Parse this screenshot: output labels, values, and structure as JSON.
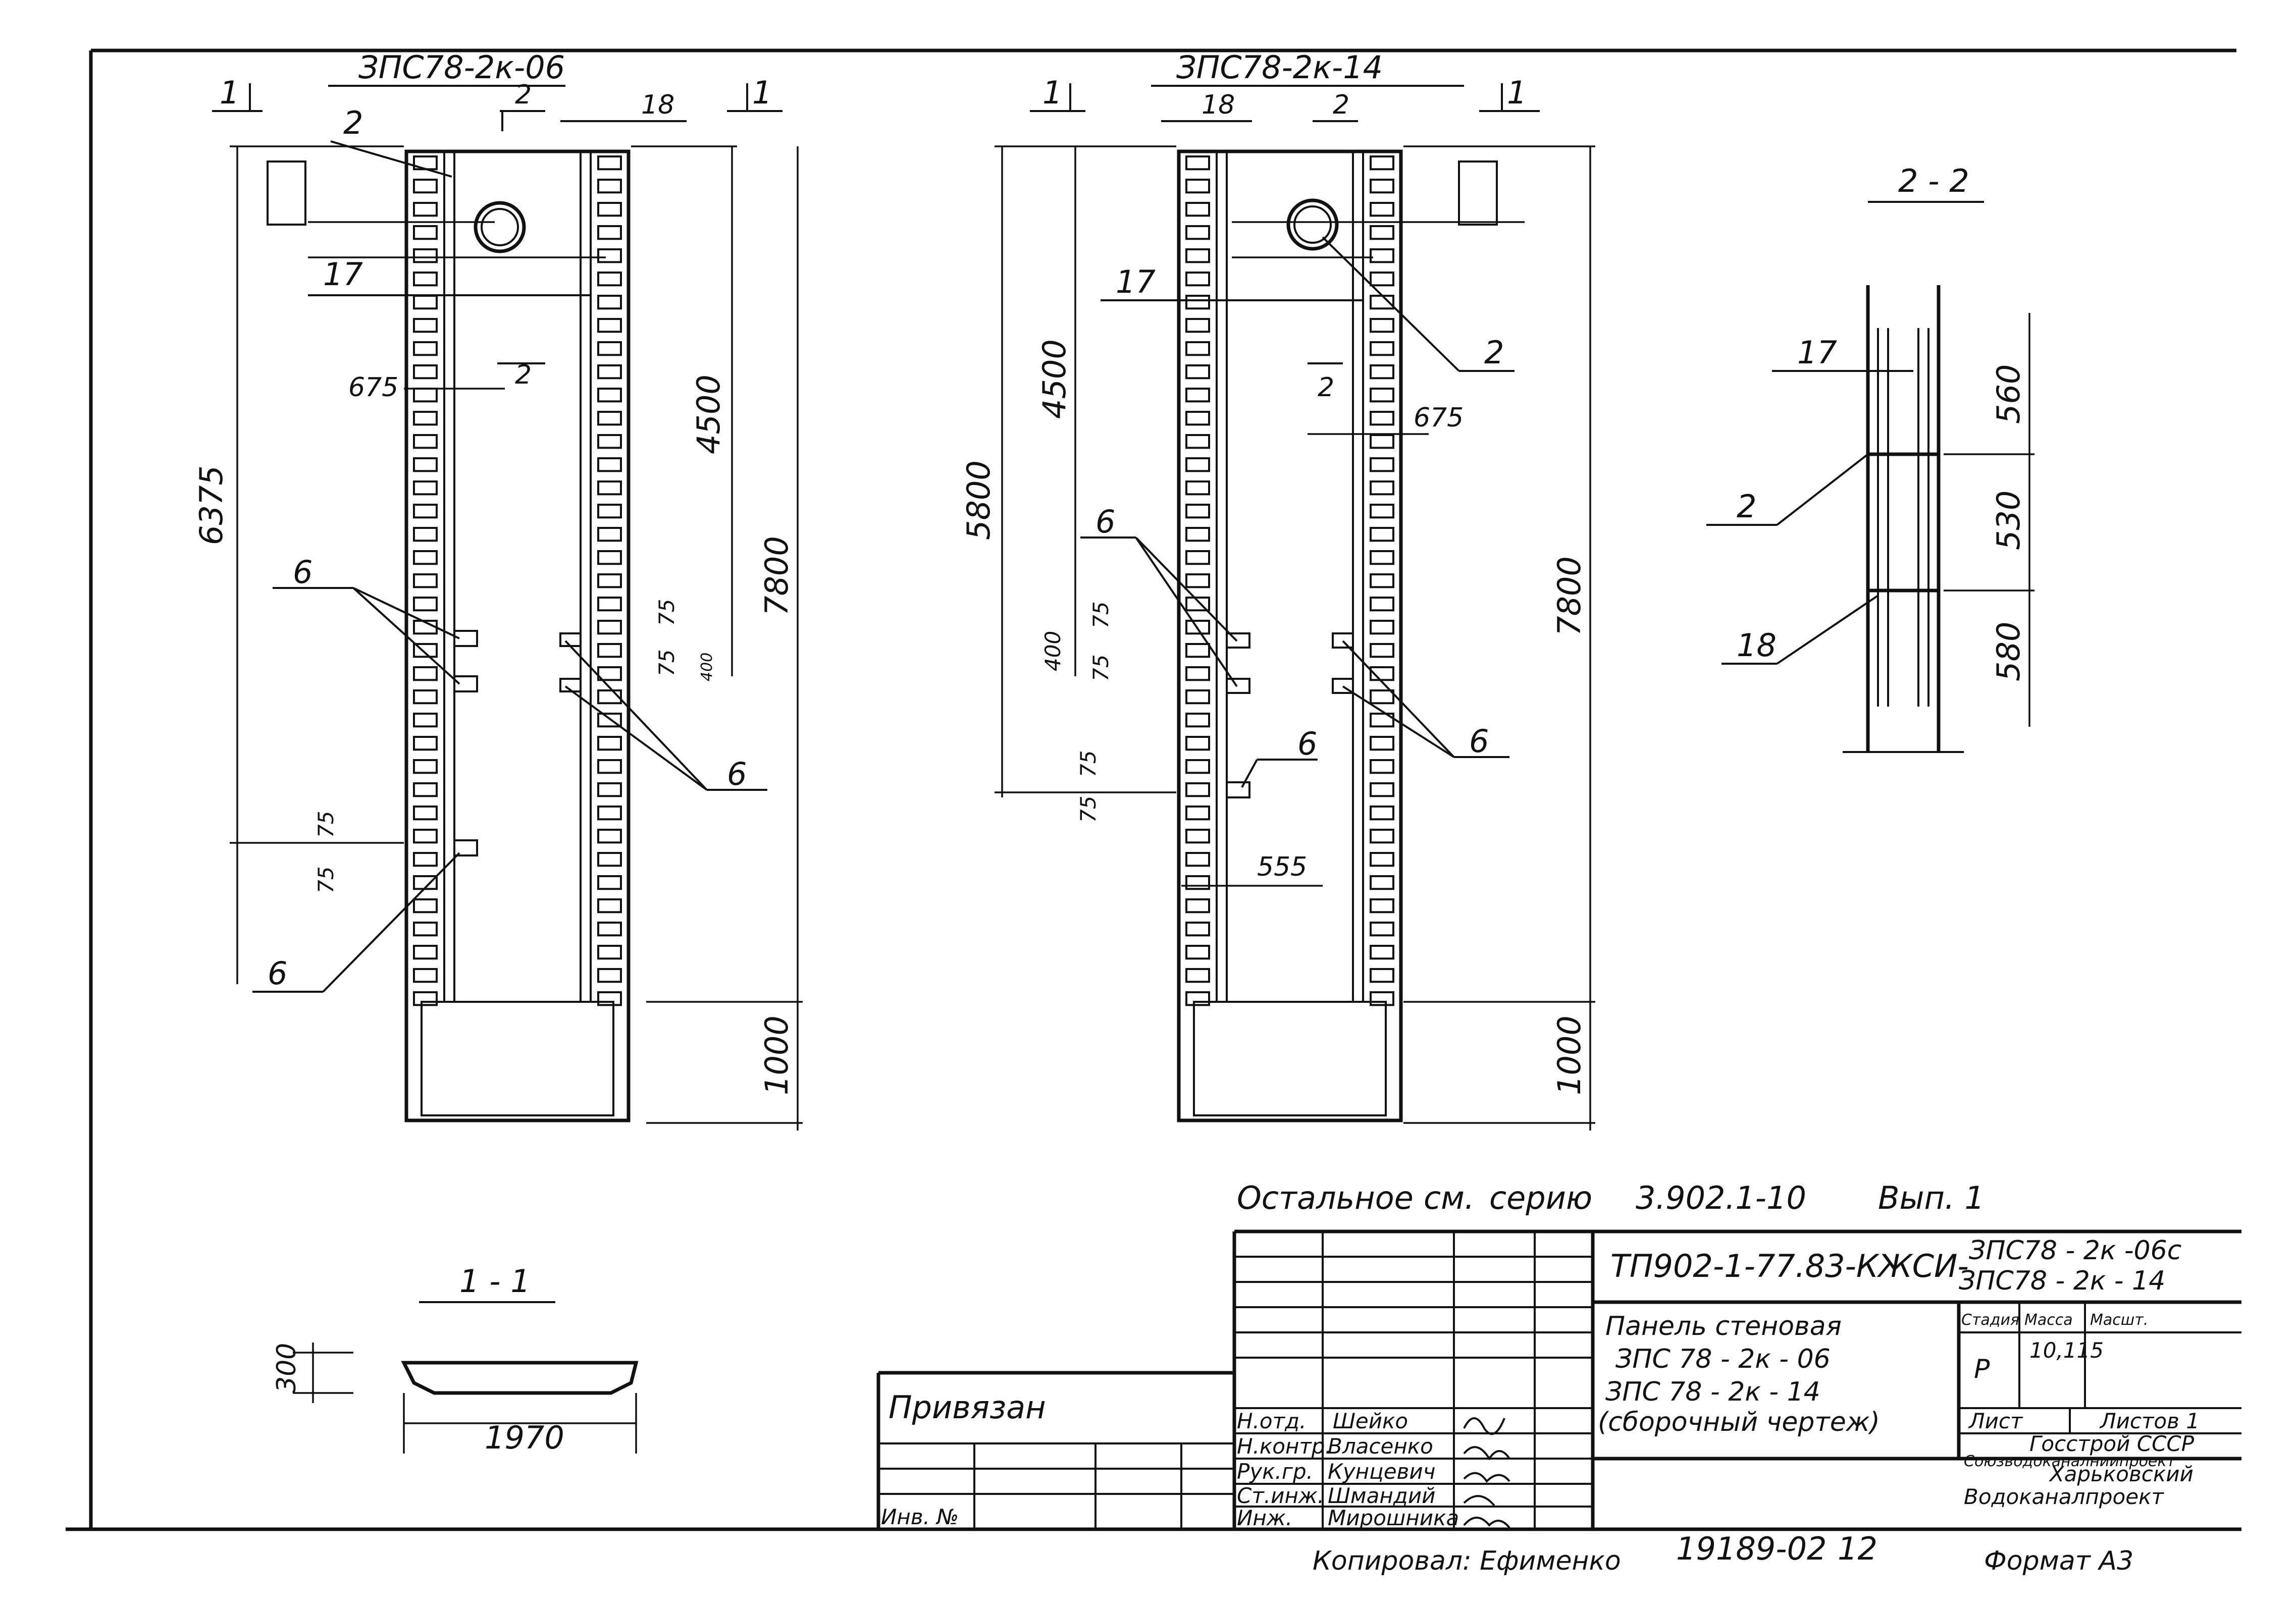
{
  "panel_a": {
    "title": "ЗПС78-2к-06",
    "cut_label": "1",
    "section_mark": "2",
    "dims": {
      "total": "6375",
      "span": "4500",
      "height": "7800",
      "base": "1000",
      "d675": "675",
      "d75a": "75",
      "d75b": "75",
      "d400": "400",
      "d75c": "75",
      "d75d": "75"
    },
    "callouts": {
      "c2": "2",
      "c17": "17",
      "c18": "18",
      "c6a": "6",
      "c6b": "6",
      "c6c": "6"
    }
  },
  "panel_b": {
    "title": "ЗПС78-2к-14",
    "cut_label": "1",
    "section_mark": "2",
    "dims": {
      "total": "5800",
      "span": "4500",
      "height": "7800",
      "base": "1000",
      "d675": "675",
      "d75a": "75",
      "d75b": "75",
      "d400": "400",
      "d75c": "75",
      "d75d": "75",
      "d555": "555"
    },
    "callouts": {
      "c2": "2",
      "c17": "17",
      "c18": "18",
      "c6a": "6",
      "c6b": "6",
      "c6c": "6"
    }
  },
  "section_22": {
    "title": "2 - 2",
    "dims": {
      "a": "560",
      "b": "530",
      "c": "580"
    },
    "callouts": {
      "c17": "17",
      "c2": "2",
      "c18": "18"
    }
  },
  "section_11": {
    "title": "1 - 1",
    "dims": {
      "thick": "300",
      "width": "1970"
    }
  },
  "note": {
    "label": "Остальное",
    "see": "см.",
    "series": "серию",
    "code": "3.902.1-10",
    "issue": "Вып. 1"
  },
  "title_block": {
    "doc_code": "ТП902-1-77.83-КЖСИ-",
    "doc_marks_1": "ЗПС78 - 2к -06с",
    "doc_marks_2": "ЗПС78 - 2к - 14",
    "name_1": "Панель стеновая",
    "name_2": "ЗПС 78 - 2к - 06",
    "name_3": "ЗПС 78 - 2к - 14",
    "name_4": "(сборочный чертеж)",
    "stage_hdr": "Стадия",
    "mass_hdr": "Масса",
    "scale_hdr": "Масшт.",
    "stage": "Р",
    "mass": "10,115",
    "sheet_hdr": "Лист",
    "sheets_hdr": "Листов 1",
    "org_1": "Госстрой СССР",
    "org_2": "Союзводоканалниипроект",
    "org_3": "Харьковский",
    "org_4": "Водоканалпроект",
    "bound": "Привязан",
    "inv": "Инв. №",
    "roles": [
      "Н.отд.",
      "Н.контр.",
      "Рук.гр.",
      "Ст.инж.",
      "Инж."
    ],
    "names": [
      "Шейко",
      "Власенко",
      "Кунцевич",
      "Шмандий",
      "Мирошника"
    ]
  },
  "footer": {
    "copied": "Копировал: Ефименко",
    "number": "19189-02",
    "page": "12",
    "format": "Формат А3"
  }
}
